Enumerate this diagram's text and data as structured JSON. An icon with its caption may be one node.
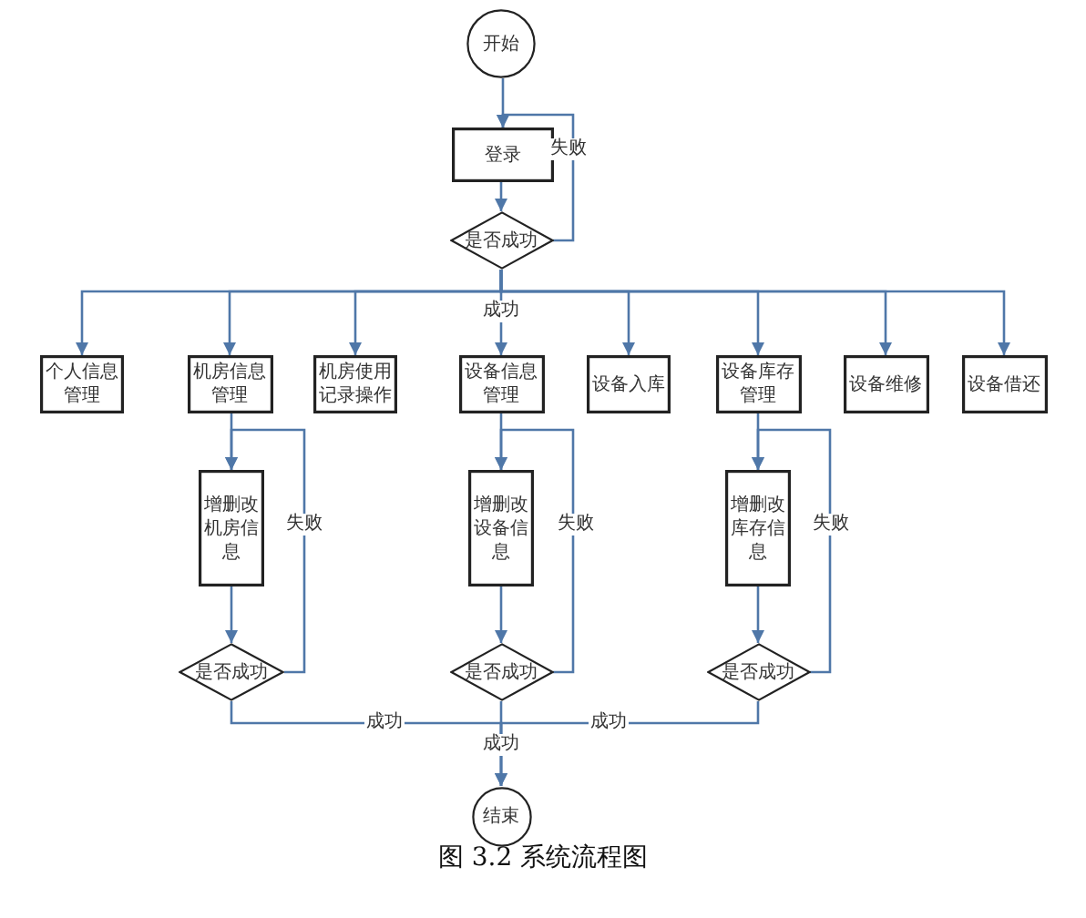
{
  "diagram": {
    "caption": "图 3.2  系统流程图",
    "nodes": [
      {
        "text": [
          "开始"
        ]
      },
      {
        "text": [
          "登录"
        ]
      },
      {
        "text": [
          "是否成功"
        ]
      },
      {
        "text": [
          "个人信息管理"
        ]
      },
      {
        "text": [
          "机房信息管理"
        ]
      },
      {
        "text": [
          "机房使用记录操作"
        ]
      },
      {
        "text": [
          "设备信息管理"
        ]
      },
      {
        "text": [
          "设备入库"
        ]
      },
      {
        "text": [
          "设备库存管理"
        ]
      },
      {
        "text": [
          "设备维修"
        ]
      },
      {
        "text": [
          "设备借还"
        ]
      },
      {
        "text": [
          "增删改机房信息"
        ]
      },
      {
        "text": [
          "是否成功"
        ]
      },
      {
        "text": [
          "增删改设备信息"
        ]
      },
      {
        "text": [
          "是否成功"
        ]
      },
      {
        "text": [
          "增删改库存信息"
        ]
      },
      {
        "text": [
          "是否成功"
        ]
      },
      {
        "text": [
          "结束"
        ]
      }
    ],
    "edges": [
      {
        "from": 0,
        "to": 1,
        "arrow": "to"
      },
      {
        "from": 1,
        "to": 2,
        "arrow": "to"
      },
      {
        "from": 2,
        "to": 1,
        "arrow": "to",
        "label": "失败"
      },
      {
        "from": 2,
        "to": 3,
        "arrow": "to"
      },
      {
        "from": 2,
        "to": 4,
        "arrow": "to"
      },
      {
        "from": 2,
        "to": 5,
        "arrow": "to"
      },
      {
        "from": 2,
        "to": 6,
        "arrow": "to",
        "label": "成功"
      },
      {
        "from": 2,
        "to": 7,
        "arrow": "to"
      },
      {
        "from": 2,
        "to": 8,
        "arrow": "to"
      },
      {
        "from": 2,
        "to": 9,
        "arrow": "to"
      },
      {
        "from": 2,
        "to": 10,
        "arrow": "to"
      },
      {
        "from": 4,
        "to": 11,
        "arrow": "to"
      },
      {
        "from": 11,
        "to": 12,
        "arrow": "to"
      },
      {
        "from": 12,
        "to": 11,
        "arrow": "to",
        "label": "失败"
      },
      {
        "from": 6,
        "to": 13,
        "arrow": "to"
      },
      {
        "from": 13,
        "to": 14,
        "arrow": "to"
      },
      {
        "from": 14,
        "to": 13,
        "arrow": "to",
        "label": "失败"
      },
      {
        "from": 8,
        "to": 15,
        "arrow": "to"
      },
      {
        "from": 15,
        "to": 16,
        "arrow": "to"
      },
      {
        "from": 16,
        "to": 15,
        "arrow": "to",
        "label": "失败"
      },
      {
        "from": 12,
        "to": 17,
        "arrow": "to",
        "label": "成功"
      },
      {
        "from": 14,
        "to": 17,
        "arrow": "to",
        "label": "成功"
      },
      {
        "from": 16,
        "to": 17,
        "arrow": "to",
        "label": "成功"
      }
    ]
  }
}
